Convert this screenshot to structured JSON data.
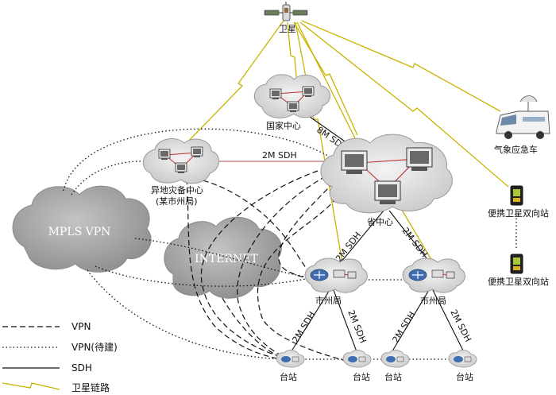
{
  "nodes": {
    "satellite": "卫星",
    "national_center": "国家中心",
    "backup_center_line1": "异地灾备中心",
    "backup_center_line2": "(某市州局)",
    "province_center": "省中心",
    "city_bureau_left": "市州局",
    "city_bureau_right": "市州局",
    "station_1": "台站",
    "station_2": "台站",
    "station_3": "台站",
    "station_4": "台站",
    "emergency_vehicle": "气象应急车",
    "portable_station_1": "便携卫星双向站",
    "portable_station_2": "便携卫星双向站"
  },
  "clouds": {
    "mpls": "MPLS  VPN",
    "internet": "INTERNET"
  },
  "links": {
    "national_province": "8M  SDH",
    "backup_province": "2M  SDH",
    "province_city_left": "2M  SDH",
    "province_city_right": "2M  SDH",
    "city_left_station_1": "2M  SDH",
    "city_left_station_2": "2M  SDH",
    "city_right_station_3": "2M  SDH",
    "city_right_station_4": "2M  SDH"
  },
  "legend": [
    {
      "key": "vpn",
      "label": "VPN"
    },
    {
      "key": "vpn_planned",
      "label": "VPN(待建)"
    },
    {
      "key": "sdh",
      "label": "SDH"
    },
    {
      "key": "satellite_link",
      "label": "卫星链路"
    }
  ],
  "colors": {
    "cloud_gray": "#a9a9a9",
    "satellite_link": "#c8b400",
    "red_link": "#c03030"
  }
}
